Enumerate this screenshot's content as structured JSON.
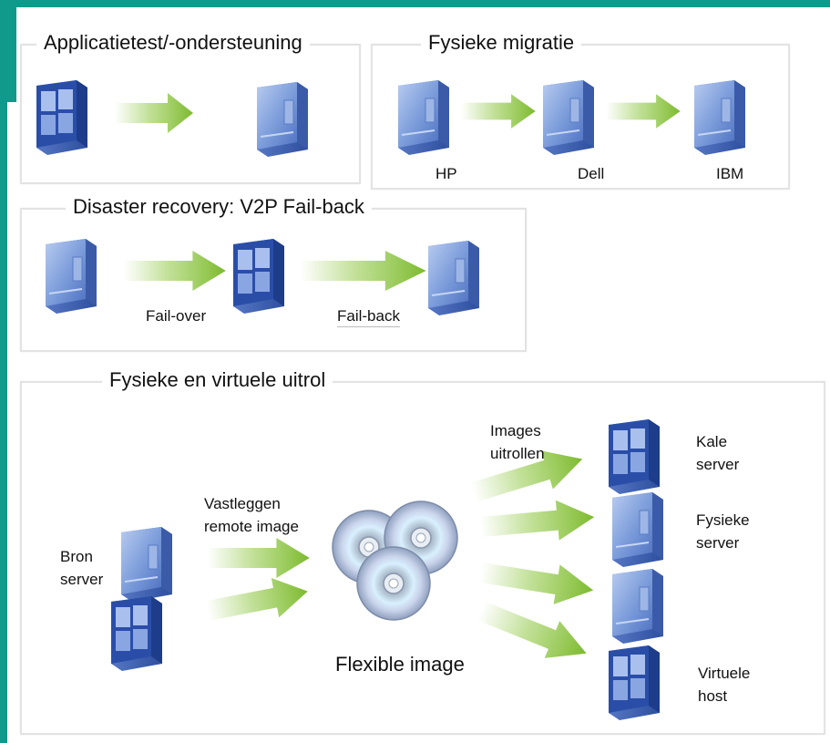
{
  "colors": {
    "frame": "#0f9a8c",
    "arrow": "#8dc63f",
    "server": "#6b8fd6",
    "server_dark": "#1f4aa8"
  },
  "panels": {
    "app_test": {
      "title": "Applicatietest/-ondersteuning"
    },
    "phys_migration": {
      "title": "Fysieke migratie",
      "labels": [
        "HP",
        "Dell",
        "IBM"
      ]
    },
    "disaster": {
      "title": "Disaster recovery: V2P Fail-back",
      "failover": "Fail-over",
      "failback": "Fail-back"
    },
    "rollout": {
      "title": "Fysieke en virtuele uitrol",
      "source": "Bron\nserver",
      "capture": "Vastleggen\nremote image",
      "image": "Flexible image",
      "deploy": "Images\nuitrollen",
      "targets": [
        "Kale\nserver",
        "Fysieke\nserver",
        "Virtuele\nhost"
      ]
    }
  },
  "icons": [
    "server-tower-icon",
    "windows-server-icon",
    "cd-disc-icon",
    "arrow-icon"
  ]
}
